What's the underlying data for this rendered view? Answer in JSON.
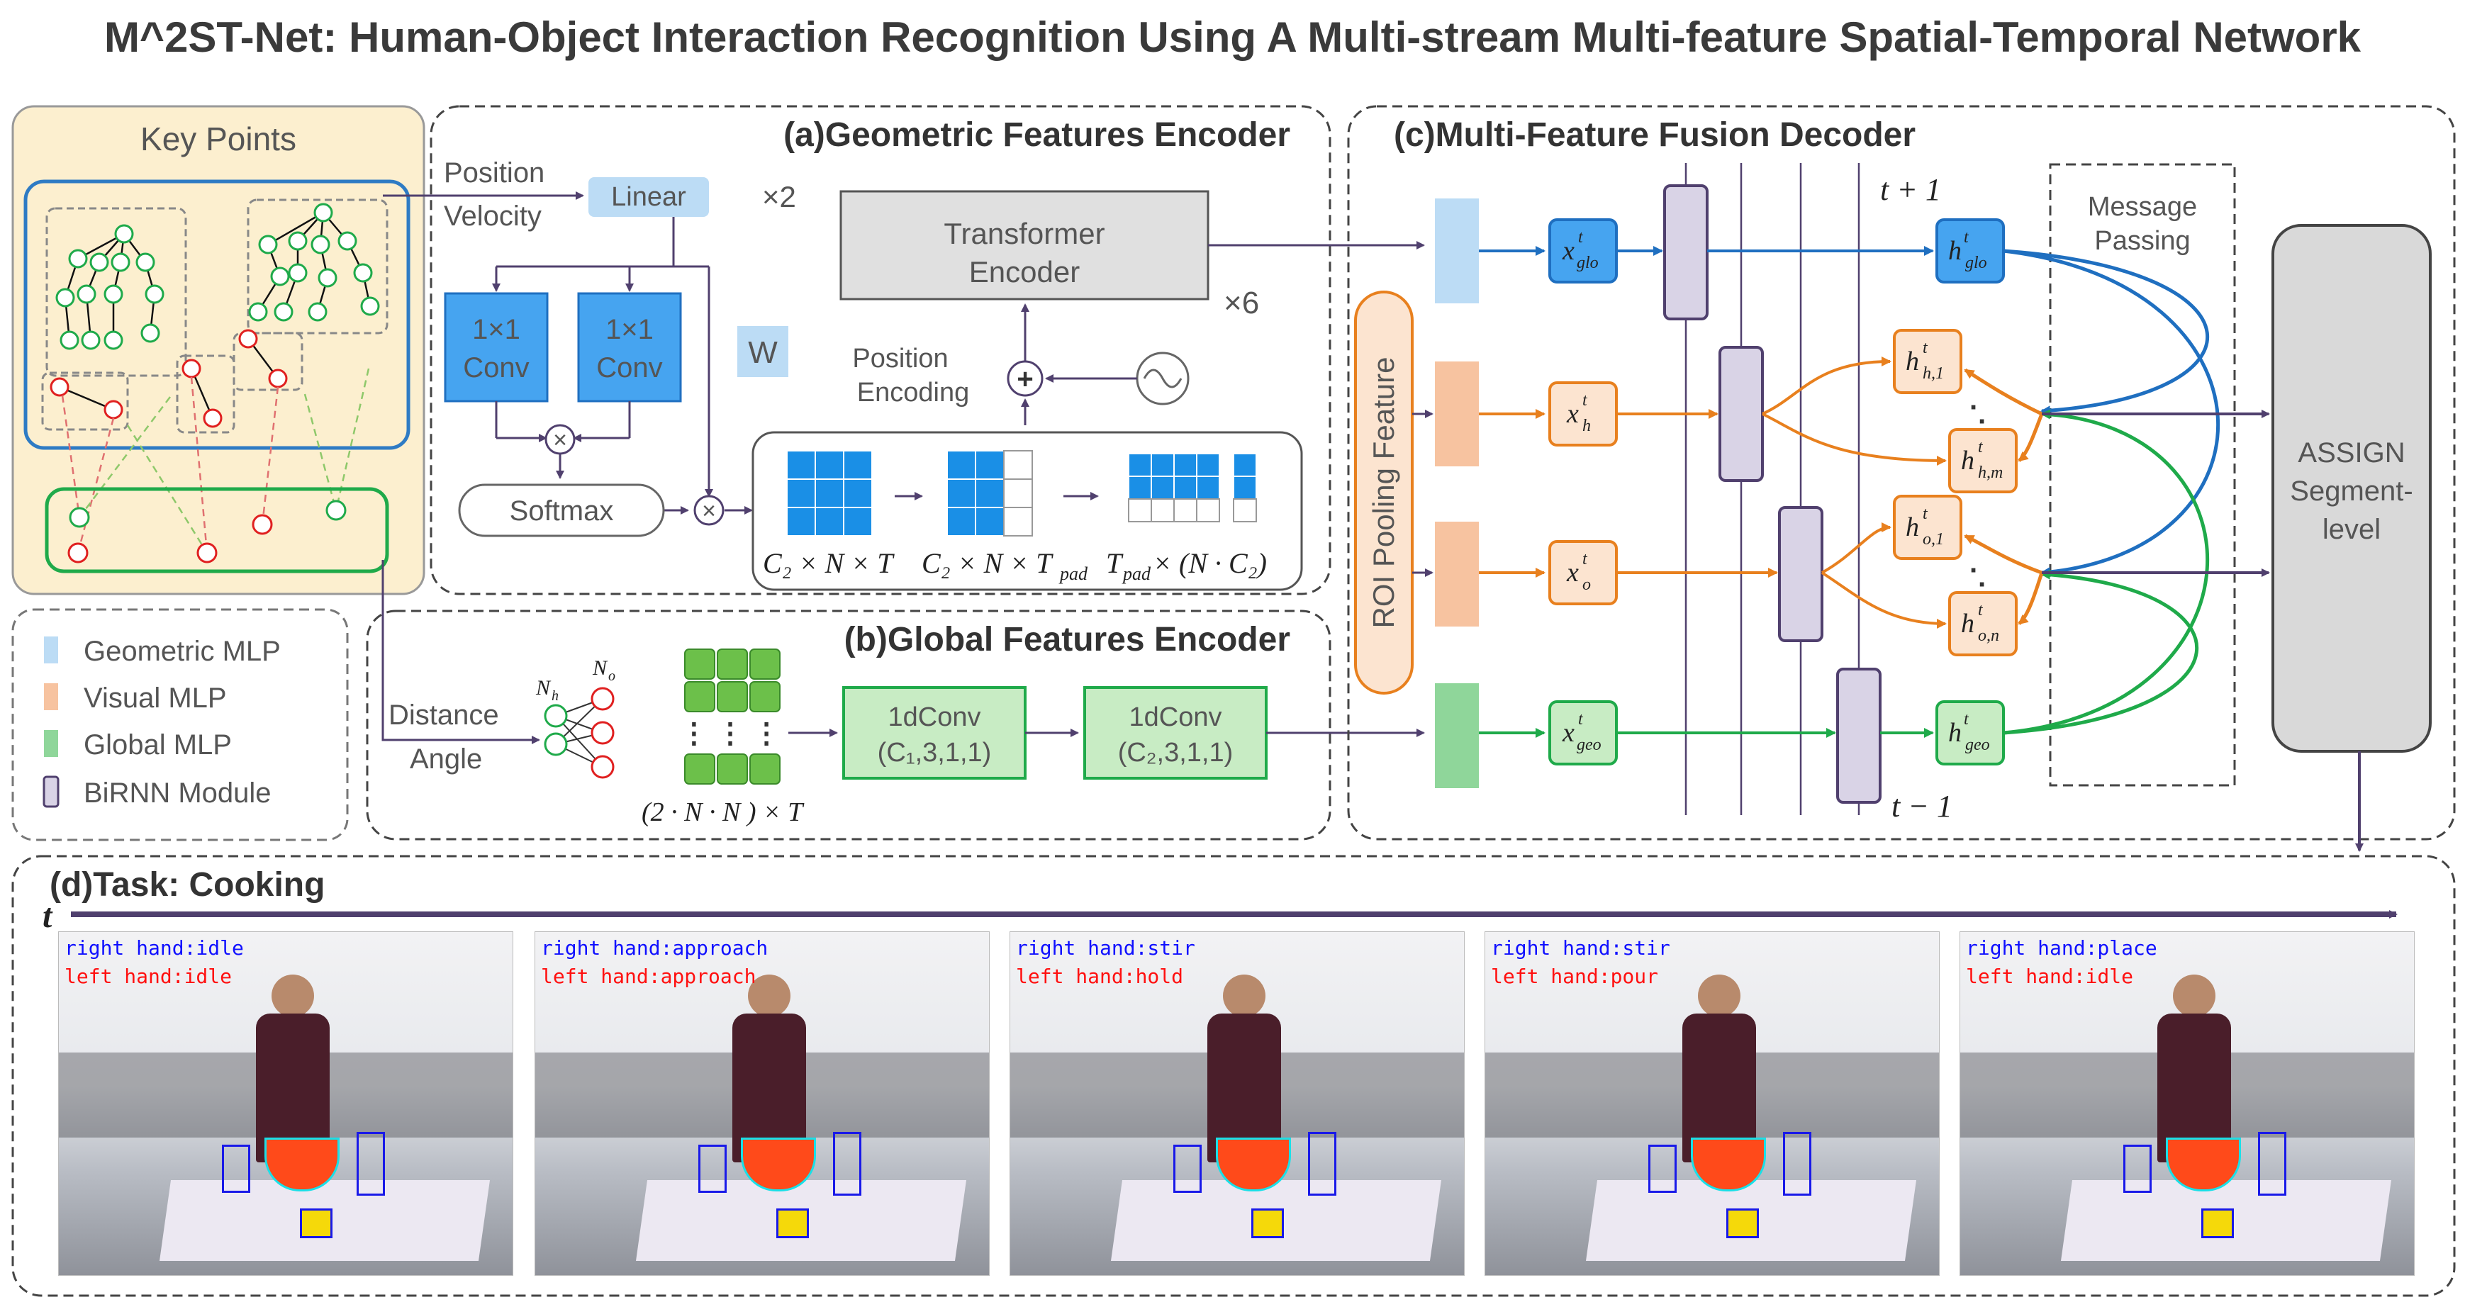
{
  "title": "M^2ST-Net: Human-Object Interaction Recognition Using A Multi-stream Multi-feature Spatial-Temporal Network",
  "key_points": {
    "title": "Key Points"
  },
  "legend": {
    "items": [
      {
        "label": "Geometric MLP",
        "color": "#bcdcf5"
      },
      {
        "label": "Visual MLP",
        "color": "#f7c3a0"
      },
      {
        "label": "Global MLP",
        "color": "#8fd69a"
      },
      {
        "label": "BiRNN Module",
        "color": "#d9d3e6"
      }
    ]
  },
  "section_a": {
    "title": "(a)Geometric Features Encoder",
    "position": "Position",
    "velocity": "Velocity",
    "linear": "Linear",
    "x2": "×2",
    "conv1": [
      "1×1",
      "Conv"
    ],
    "conv2": [
      "1×1",
      "Conv"
    ],
    "w": "W",
    "softmax": "Softmax",
    "transformer": [
      "Transformer",
      "Encoder"
    ],
    "x6": "×6",
    "pos_enc": [
      "Position",
      "Encoding"
    ],
    "tensor1": "C₂ × N × T",
    "tensor2": "C₂ × N × T",
    "tensor2_sub": "pad",
    "tensor3a": "T",
    "tensor3_sub": "pad",
    "tensor3b": " × (N · C₂)"
  },
  "section_b": {
    "title": "(b)Global Features Encoder",
    "distance": "Distance",
    "angle": "Angle",
    "nh": "N",
    "nh_sub": "h",
    "no": "N",
    "no_sub": "o",
    "tensor": "(2 · N  · N ) × T",
    "conv1": [
      "1dConv",
      "(C₁,3,1,1)"
    ],
    "conv2": [
      "1dConv",
      "(C₂,3,1,1)"
    ]
  },
  "section_c": {
    "title": "(c)Multi-Feature Fusion Decoder",
    "roi": "ROI Pooling Feature",
    "t_plus": "t + 1",
    "t_minus": "t − 1",
    "message": [
      "Message",
      "Passing"
    ],
    "assign": [
      "ASSIGN",
      "Segment-",
      "level"
    ],
    "x_glo": "glo",
    "x_h": "h",
    "x_o": "o",
    "x_geo": "geo",
    "h_glo": "glo",
    "h_h1": "h,1",
    "h_hm": "h,m",
    "h_o1": "o,1",
    "h_on": "o,n",
    "h_geo": "geo"
  },
  "section_d": {
    "title": "(d)Task: Cooking",
    "t": "t",
    "frames": [
      {
        "right": "right hand:idle",
        "left": "left hand:idle"
      },
      {
        "right": "right hand:approach",
        "left": "left hand:approach"
      },
      {
        "right": "right hand:stir",
        "left": "left hand:hold"
      },
      {
        "right": "right hand:stir",
        "left": "left hand:pour"
      },
      {
        "right": "right hand:place",
        "left": "left hand:idle"
      }
    ]
  }
}
